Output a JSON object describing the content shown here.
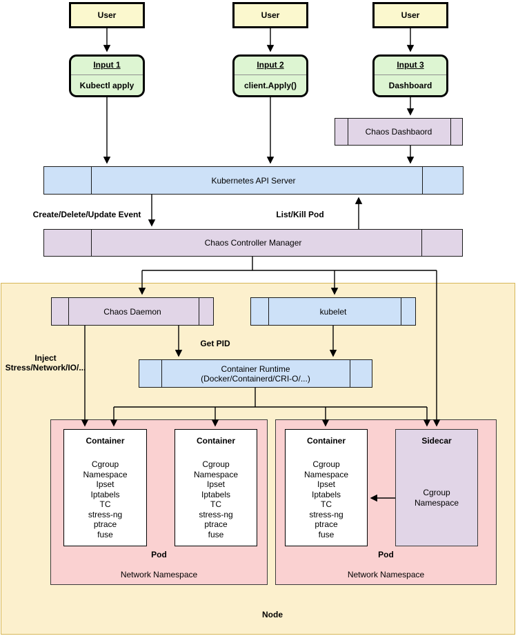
{
  "colors": {
    "yellow": "#FBF8CE",
    "green": "#DDF5D2",
    "purple": "#E1D5E7",
    "blue": "#CDE1F8",
    "pink": "#FAD1D1",
    "nodebg": "#FCF0CD",
    "nodeborder": "#D6B656",
    "stroke": "#000000",
    "white": "#FFFFFF"
  },
  "users": [
    {
      "label": "User"
    },
    {
      "label": "User"
    },
    {
      "label": "User"
    }
  ],
  "inputs": [
    {
      "title": "Input 1",
      "method": "Kubectl apply"
    },
    {
      "title": "Input 2",
      "method": "client.Apply()"
    },
    {
      "title": "Input 3",
      "method": "Dashboard"
    }
  ],
  "chaos_dashboard": {
    "label": "Chaos Dashbaord"
  },
  "api_server": {
    "label": "Kubernetes API Server"
  },
  "controller_manager": {
    "label": "Chaos Controller Manager"
  },
  "edge_labels": {
    "create_delete_update": "Create/Delete/Update Event",
    "list_kill_pod": "List/Kill Pod",
    "get_pid": "Get PID",
    "inject_line1": "Inject",
    "inject_line2": "Stress/Network/IO/..."
  },
  "node": {
    "label": "Node",
    "chaos_daemon": {
      "label": "Chaos Daemon"
    },
    "kubelet": {
      "label": "kubelet"
    },
    "container_runtime": {
      "line1": "Container Runtime",
      "line2": "(Docker/Containerd/CRI-O/...)"
    },
    "pods": [
      {
        "pod_label": "Pod",
        "namespace_label": "Network Namespace",
        "containers": [
          {
            "title": "Container",
            "items": [
              "Cgroup",
              "Namespace",
              "Ipset",
              "Iptabels",
              "TC",
              "stress-ng",
              "ptrace",
              "fuse"
            ]
          },
          {
            "title": "Container",
            "items": [
              "Cgroup",
              "Namespace",
              "Ipset",
              "Iptabels",
              "TC",
              "stress-ng",
              "ptrace",
              "fuse"
            ]
          }
        ]
      },
      {
        "pod_label": "Pod",
        "namespace_label": "Network Namespace",
        "containers": [
          {
            "title": "Container",
            "items": [
              "Cgroup",
              "Namespace",
              "Ipset",
              "Iptabels",
              "TC",
              "stress-ng",
              "ptrace",
              "fuse"
            ]
          }
        ],
        "sidecar": {
          "title": "Sidecar",
          "items": [
            "Cgroup",
            "Namespace"
          ]
        }
      }
    ]
  }
}
